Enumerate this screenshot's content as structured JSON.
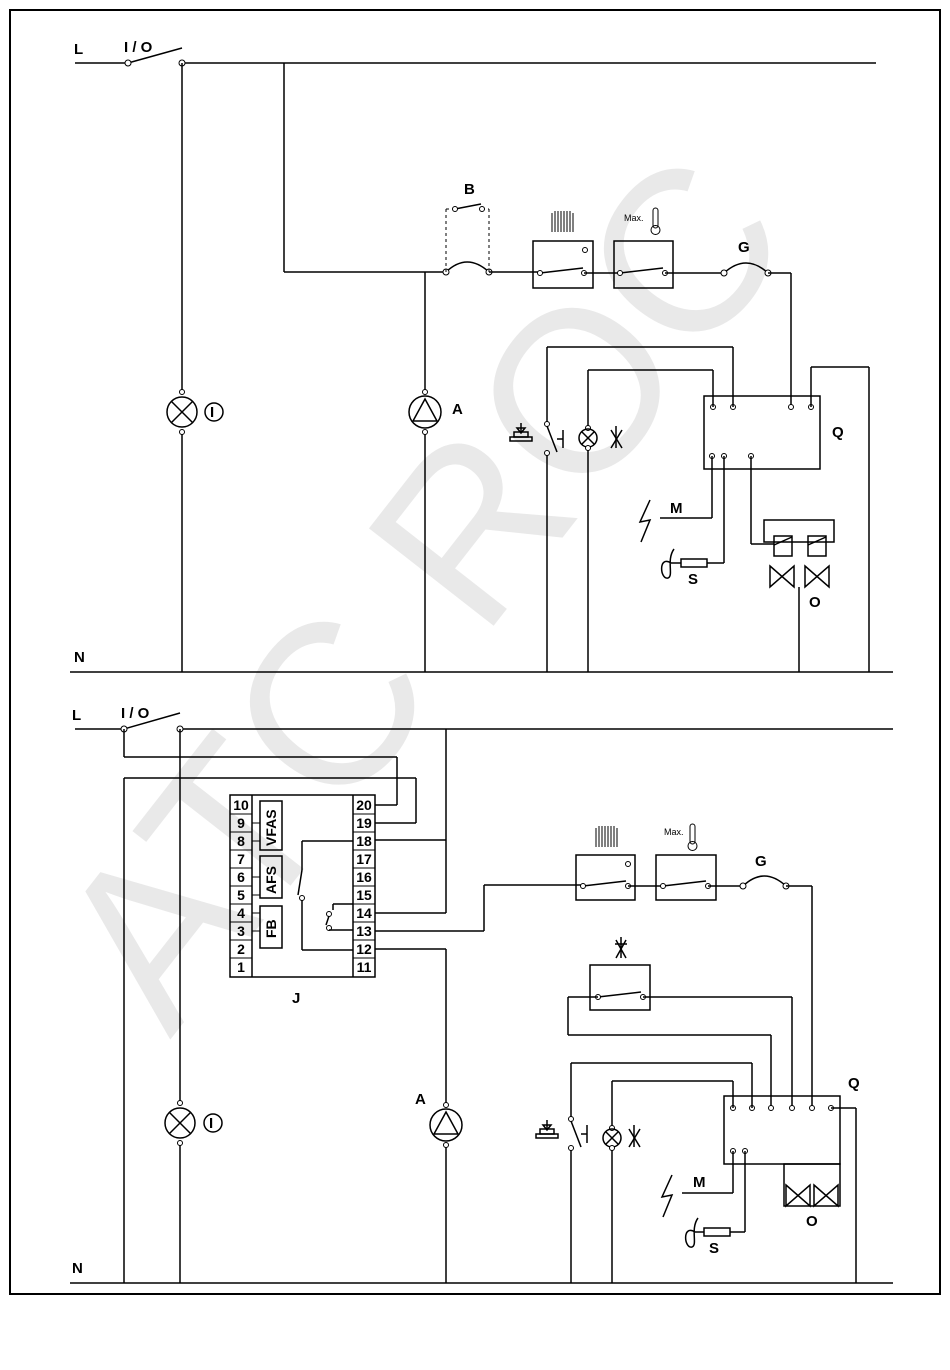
{
  "watermark": "ATC ROC",
  "top": {
    "line_label": "L",
    "neutral_label": "N",
    "switch_label": "I / O",
    "lamp_label": "I",
    "pump_label": "A",
    "bypass_label": "B",
    "max_label": "Max.",
    "fuse_label": "G",
    "controller_label": "Q",
    "ignition_label": "M",
    "sensor_label": "S",
    "valve_label": "O"
  },
  "bottom": {
    "line_label": "L",
    "neutral_label": "N",
    "switch_label": "I / O",
    "lamp_label": "I",
    "pump_label": "A",
    "max_label": "Max.",
    "fuse_label": "G",
    "controller_label": "Q",
    "ignition_label": "M",
    "sensor_label": "S",
    "valve_label": "O",
    "relay_label": "J",
    "relay_left_terminals": [
      "10",
      "9",
      "8",
      "7",
      "6",
      "5",
      "4",
      "3",
      "2",
      "1"
    ],
    "relay_right_terminals": [
      "20",
      "19",
      "18",
      "17",
      "16",
      "15",
      "14",
      "13",
      "12",
      "11"
    ],
    "relay_blocks": [
      "VFAS",
      "AFS",
      "FB"
    ]
  }
}
